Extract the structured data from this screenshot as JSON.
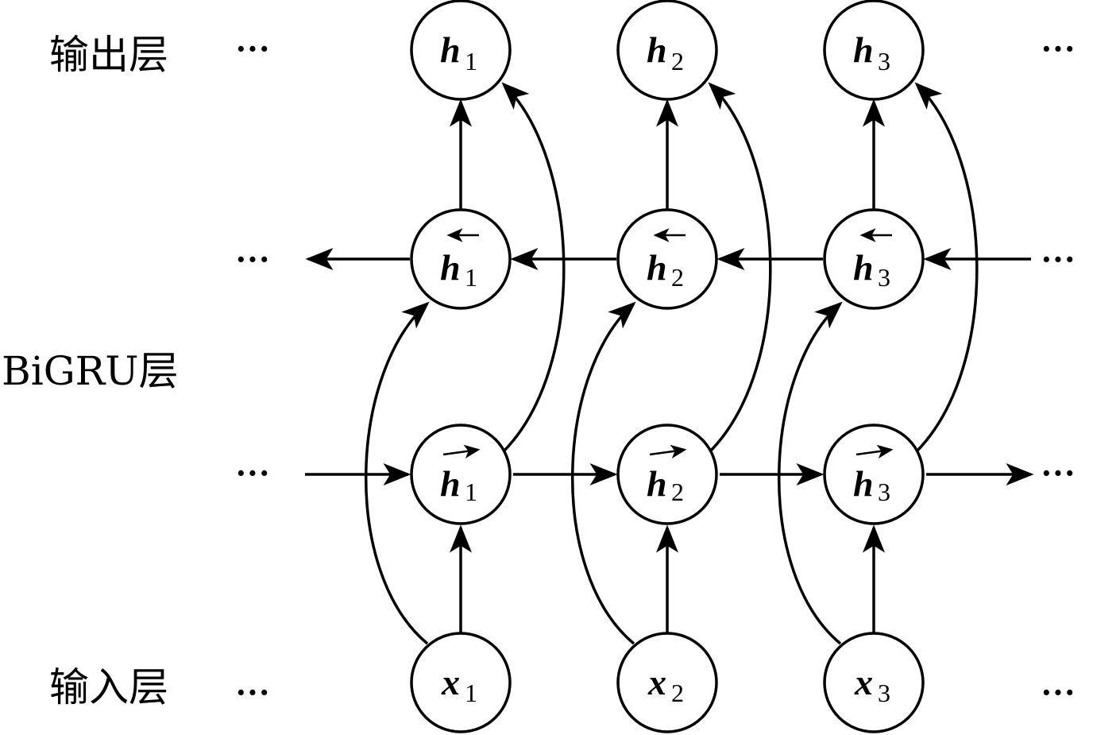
{
  "layers": {
    "output": "输出层",
    "bigru": "BiGRU层",
    "input": "输入层"
  },
  "ellipsis": "···",
  "nodes": {
    "output": [
      {
        "symbol": "h",
        "sub": "1"
      },
      {
        "symbol": "h",
        "sub": "2"
      },
      {
        "symbol": "h",
        "sub": "3"
      }
    ],
    "backward": [
      {
        "symbol": "h",
        "sub": "1"
      },
      {
        "symbol": "h",
        "sub": "2"
      },
      {
        "symbol": "h",
        "sub": "3"
      }
    ],
    "forward": [
      {
        "symbol": "h",
        "sub": "1"
      },
      {
        "symbol": "h",
        "sub": "2"
      },
      {
        "symbol": "h",
        "sub": "3"
      }
    ],
    "input": [
      {
        "symbol": "x",
        "sub": "1"
      },
      {
        "symbol": "x",
        "sub": "2"
      },
      {
        "symbol": "x",
        "sub": "3"
      }
    ]
  }
}
